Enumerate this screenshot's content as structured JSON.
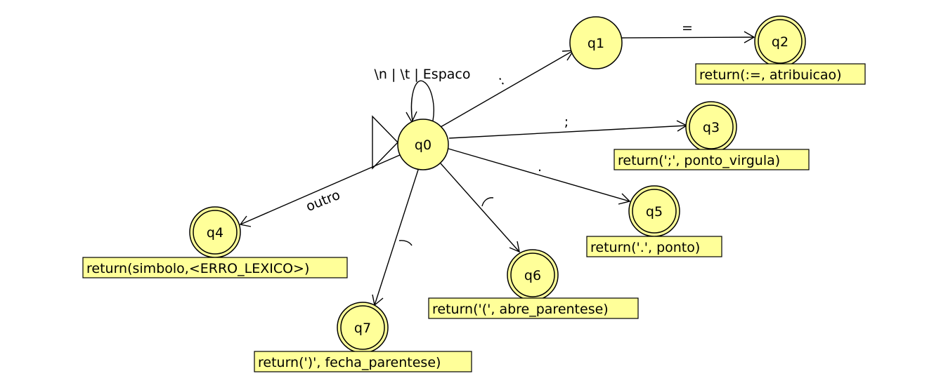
{
  "states": {
    "q0": "q0",
    "q1": "q1",
    "q2": "q2",
    "q3": "q3",
    "q4": "q4",
    "q5": "q5",
    "q6": "q6",
    "q7": "q7"
  },
  "transitions": {
    "loop": "\\n | \\t | Espaco",
    "q0_q1": ":",
    "q1_q2": "=",
    "q0_q3": ";",
    "q0_q5": ".",
    "q0_q4": "outro",
    "q0_q6": "(",
    "q0_q7": ")"
  },
  "outputs": {
    "q2": "return(:=, atribuicao)",
    "q3": "return(';', ponto_virgula)",
    "q5": "return('.', ponto)",
    "q4": "return(simbolo,<ERRO_LEXICO>)",
    "q6": "return('(', abre_parentese)",
    "q7": "return(')', fecha_parentese)"
  }
}
